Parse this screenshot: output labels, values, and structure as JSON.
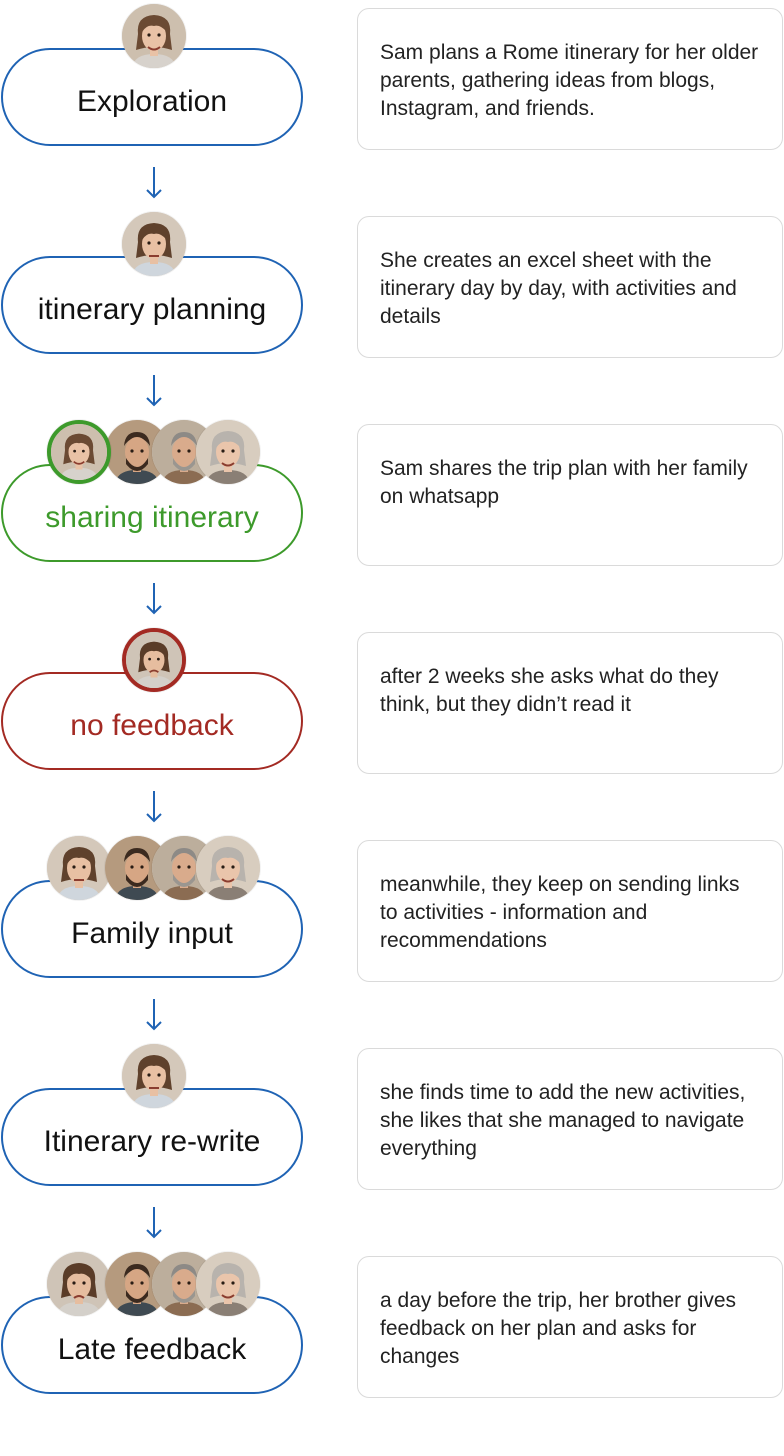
{
  "steps": [
    {
      "label": "Exploration",
      "description": "Sam plans a Rome itinerary for her older parents, gathering ideas from blogs, Instagram, and friends.",
      "status": "normal",
      "people": [
        "sam-happy"
      ]
    },
    {
      "label": "itinerary planning",
      "description": "She creates an excel sheet with the itinerary day by day, with activities and details",
      "status": "normal",
      "people": [
        "sam-calm"
      ]
    },
    {
      "label": "sharing itinerary",
      "description": "Sam shares the trip plan with her family on whatsapp",
      "status": "positive",
      "people": [
        "sam-happy",
        "brother",
        "father",
        "mother"
      ]
    },
    {
      "label": "no feedback",
      "description": "after 2 weeks she asks what do they think, but they didn’t read it",
      "status": "negative",
      "people": [
        "sam-upset"
      ]
    },
    {
      "label": "Family input",
      "description": "meanwhile, they keep on sending links to activities - information and recommendations",
      "status": "normal",
      "people": [
        "sam-calm",
        "brother",
        "father",
        "mother"
      ]
    },
    {
      "label": "Itinerary re-write",
      "description": "she finds time to add the new activities, she likes that she managed to navigate everything",
      "status": "normal",
      "people": [
        "sam-calm"
      ]
    },
    {
      "label": "Late feedback",
      "description": "a day before the trip, her brother gives feedback on her plan and asks for changes",
      "status": "normal",
      "people": [
        "sam-upset",
        "brother",
        "father",
        "mother"
      ]
    }
  ],
  "colors": {
    "normal": "#1f63b4",
    "positive": "#3d9a2b",
    "negative": "#a32a23",
    "arrow": "#1f63b4"
  },
  "icons": {
    "arrow": "arrow-down-icon"
  }
}
